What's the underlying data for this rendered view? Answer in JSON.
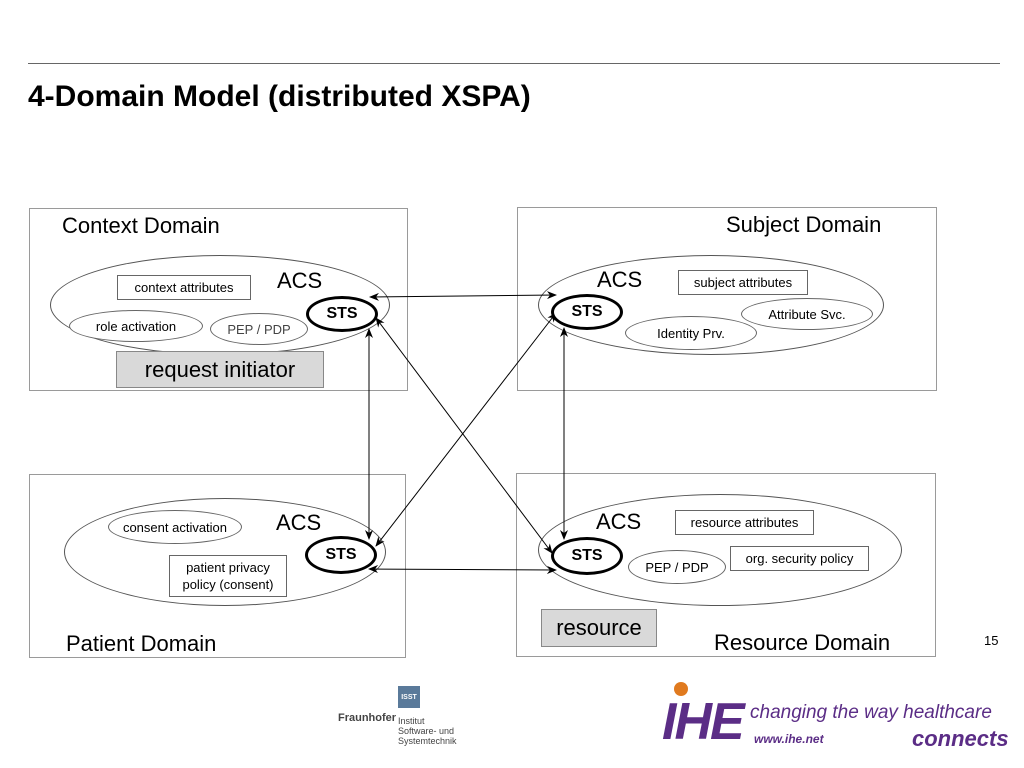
{
  "title": "4-Domain Model (distributed XSPA)",
  "page_number": "15",
  "domains": {
    "context": {
      "label": "Context Domain",
      "acs": "ACS",
      "sts": "STS",
      "context_attributes": "context attributes",
      "role_activation": "role activation",
      "pep_pdp": "PEP / PDP",
      "request_initiator": "request initiator"
    },
    "subject": {
      "label": "Subject Domain",
      "acs": "ACS",
      "sts": "STS",
      "subject_attributes": "subject attributes",
      "attribute_svc": "Attribute Svc.",
      "identity_prv": "Identity Prv."
    },
    "patient": {
      "label": "Patient Domain",
      "acs": "ACS",
      "sts": "STS",
      "consent_activation": "consent activation",
      "privacy_policy_line1": "patient privacy",
      "privacy_policy_line2": "policy (consent)"
    },
    "resource": {
      "label": "Resource Domain",
      "acs": "ACS",
      "sts": "STS",
      "resource_attributes": "resource attributes",
      "org_security_policy": "org. security policy",
      "pep_pdp": "PEP / PDP",
      "resource": "resource"
    }
  },
  "footer": {
    "fraunhofer": "Fraunhofer",
    "isst_badge": "ISST",
    "institute_line1": "Institut",
    "institute_line2": "Software- und",
    "institute_line3": "Systemtechnik",
    "ihe_logo": "IHE",
    "ihe_tagline": "changing the way healthcare",
    "ihe_url": "www.ihe.net",
    "ihe_connects": "connects"
  }
}
